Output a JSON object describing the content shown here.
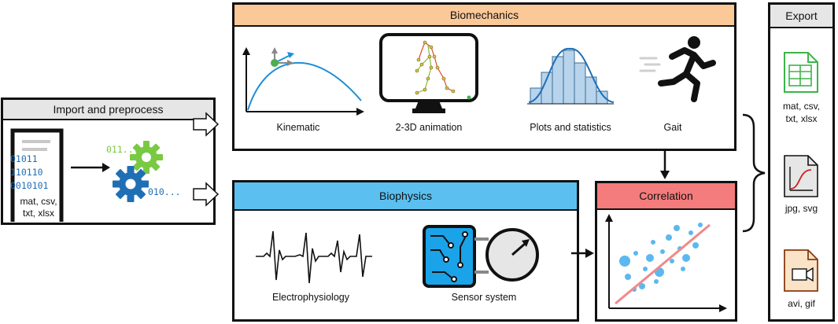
{
  "import": {
    "title": "Import and preprocess",
    "binary": [
      "01011",
      "110110",
      "0010101"
    ],
    "formats": [
      "mat, csv,",
      "txt, xlsx"
    ],
    "code_a": "011...",
    "code_b": "010..."
  },
  "biomechanics": {
    "title": "Biomechanics",
    "items": [
      "Kinematic",
      "2-3D animation",
      "Plots and statistics",
      "Gait"
    ]
  },
  "biophysics": {
    "title": "Biophysics",
    "items": [
      "Electrophysiology",
      "Sensor system"
    ]
  },
  "correlation": {
    "title": "Correlation"
  },
  "export": {
    "title": "Export",
    "table_formats": [
      "mat, csv,",
      "txt, xlsx"
    ],
    "image_formats": "jpg, svg",
    "video_formats": "avi, gif"
  },
  "colors": {
    "biomechanics_header": "#fbc898",
    "biophysics_header": "#5bc0f0",
    "correlation_header": "#f47c7c",
    "neutral_header": "#e6e6e6",
    "green_gear": "#7ac943",
    "blue_gear": "#1f6fb5",
    "accent_blue": "#1f8fd6",
    "fit_line": "#f08a8a"
  }
}
